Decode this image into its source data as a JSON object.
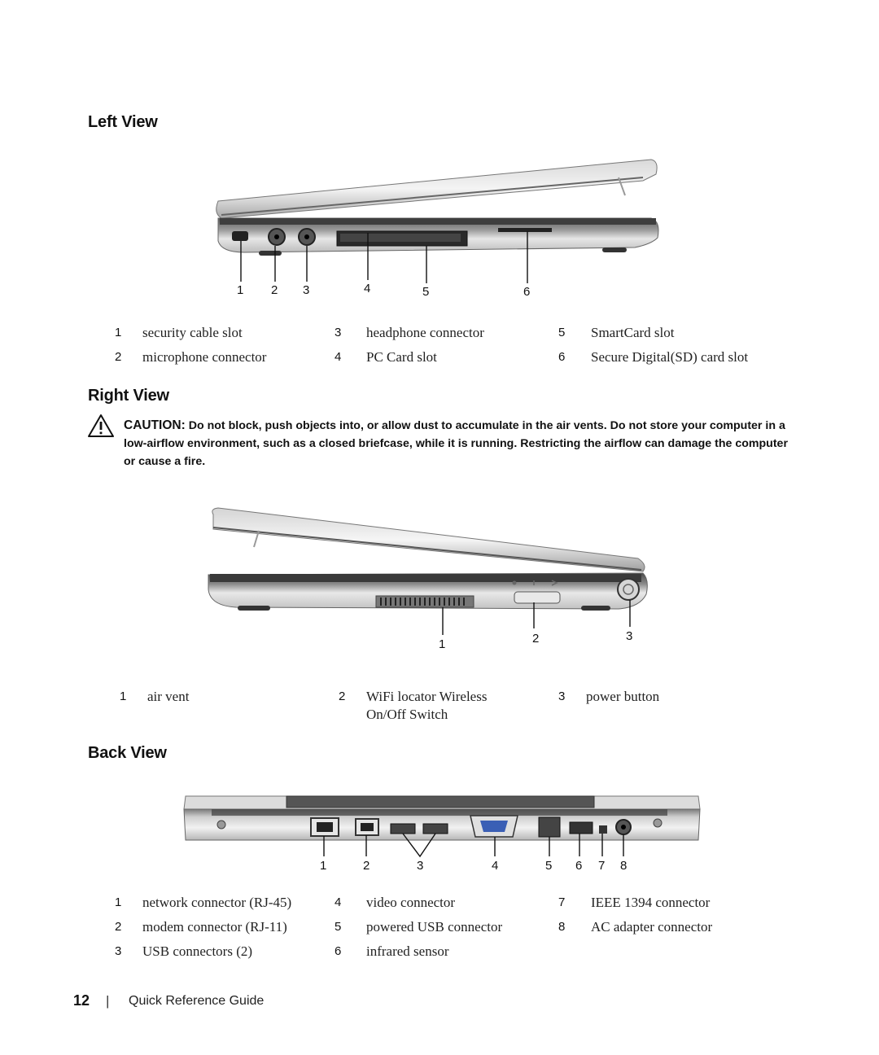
{
  "left_view": {
    "heading": "Left View",
    "callouts": [
      "1",
      "2",
      "3",
      "4",
      "5",
      "6"
    ],
    "legend": [
      {
        "num": "1",
        "label": "security cable slot"
      },
      {
        "num": "2",
        "label": "microphone connector"
      },
      {
        "num": "3",
        "label": "headphone connector"
      },
      {
        "num": "4",
        "label": "PC Card slot"
      },
      {
        "num": "5",
        "label": "SmartCard slot"
      },
      {
        "num": "6",
        "label": "Secure Digital(SD) card slot"
      }
    ]
  },
  "right_view": {
    "heading": "Right View",
    "caution_label": "CAUTION:",
    "caution_text": "Do not block, push objects into, or allow dust to accumulate in the air vents. Do not store your computer in a low-airflow environment, such as a closed briefcase, while it is running. Restricting the airflow can damage the computer or cause a fire.",
    "callouts": [
      "1",
      "2",
      "3"
    ],
    "legend": [
      {
        "num": "1",
        "label": "air vent"
      },
      {
        "num": "2",
        "label": "WiFi locator Wireless On/Off Switch"
      },
      {
        "num": "3",
        "label": "power button"
      }
    ]
  },
  "back_view": {
    "heading": "Back View",
    "callouts": [
      "1",
      "2",
      "3",
      "4",
      "5",
      "6",
      "7",
      "8"
    ],
    "legend": [
      {
        "num": "1",
        "label": "network connector (RJ-45)"
      },
      {
        "num": "2",
        "label": "modem connector (RJ-11)"
      },
      {
        "num": "3",
        "label": "USB connectors (2)"
      },
      {
        "num": "4",
        "label": "video connector"
      },
      {
        "num": "5",
        "label": "powered USB connector"
      },
      {
        "num": "6",
        "label": "infrared sensor"
      },
      {
        "num": "7",
        "label": "IEEE 1394 connector"
      },
      {
        "num": "8",
        "label": "AC adapter connector"
      }
    ]
  },
  "footer": {
    "page_number": "12",
    "separator": "|",
    "title": "Quick Reference Guide"
  }
}
